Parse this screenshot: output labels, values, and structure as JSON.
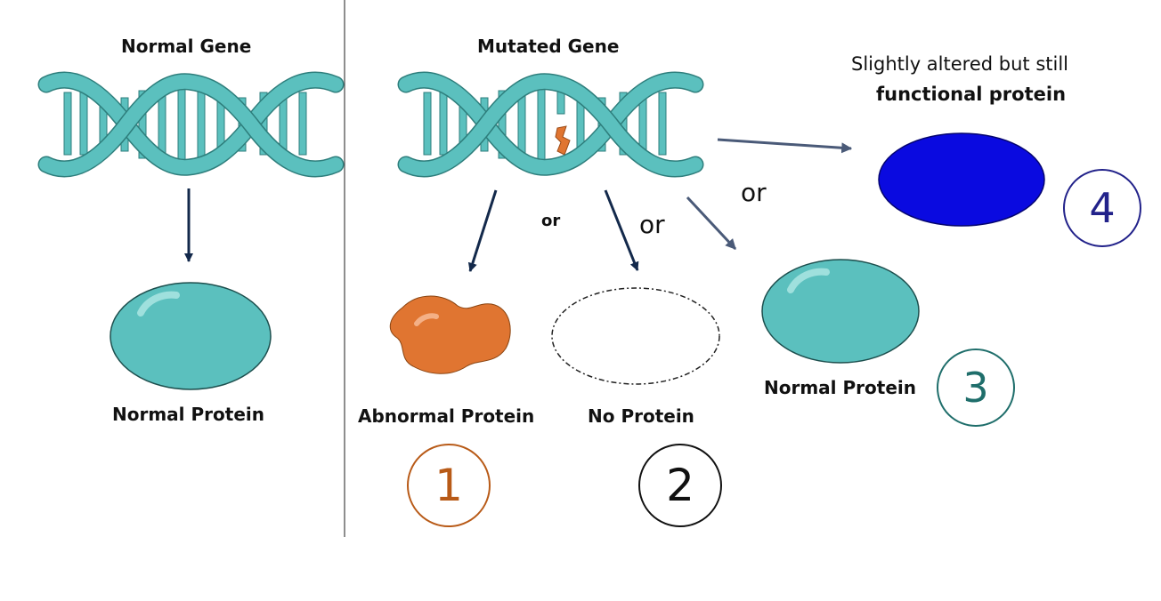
{
  "labels": {
    "normal_gene": "Normal Gene",
    "mutated_gene": "Mutated Gene",
    "normal_protein_left": "Normal Protein",
    "abnormal_protein": "Abnormal Protein",
    "no_protein": "No Protein",
    "normal_protein_right": "Normal Protein",
    "altered_line1": "Slightly altered but still",
    "altered_line2": "functional protein"
  },
  "connectors": {
    "or_1": "or",
    "or_2": "or",
    "or_3": "or"
  },
  "outcomes": {
    "n1": "1",
    "n2": "2",
    "n3": "3",
    "n4": "4"
  },
  "colors": {
    "dna_teal": "#5bc0be",
    "dna_outline": "#2e7e7c",
    "arrow_dark": "#13294b",
    "arrow_gray": "#4a5a78",
    "abnormal_orange": "#e07531",
    "functional_blue": "#0a0ae0",
    "circle_1": "#b85a17",
    "circle_3": "#1f6e6b",
    "circle_4": "#22228a"
  }
}
